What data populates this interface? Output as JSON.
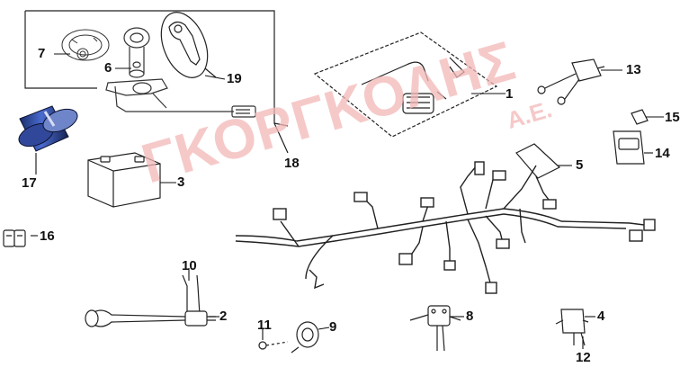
{
  "watermark": {
    "text": "ΓΚΟΡΓΚΟΛΗΣ",
    "suffix": "Α.Ε.",
    "color": "#f4b8b8"
  },
  "callouts": {
    "c1": "1",
    "c2": "2",
    "c3": "3",
    "c4": "4",
    "c5": "5",
    "c6": "6",
    "c7": "7",
    "c8": "8",
    "c9": "9",
    "c10": "10",
    "c11": "11",
    "c12": "12",
    "c13": "13",
    "c14": "14",
    "c15": "15",
    "c16": "16",
    "c17": "17",
    "c18": "18",
    "c19": "19"
  },
  "parts": [
    {
      "ref": "1",
      "name": "wiring-sub-harness-group"
    },
    {
      "ref": "2",
      "name": "cable-with-connector"
    },
    {
      "ref": "3",
      "name": "battery"
    },
    {
      "ref": "4",
      "name": "relay-bracket"
    },
    {
      "ref": "5",
      "name": "cover-plate"
    },
    {
      "ref": "6",
      "name": "cap-screw"
    },
    {
      "ref": "7",
      "name": "ring-disc"
    },
    {
      "ref": "8",
      "name": "starter-relay"
    },
    {
      "ref": "9",
      "name": "horn"
    },
    {
      "ref": "10",
      "name": "bolts"
    },
    {
      "ref": "11",
      "name": "screw"
    },
    {
      "ref": "12",
      "name": "screws"
    },
    {
      "ref": "13",
      "name": "sensor-switch"
    },
    {
      "ref": "14",
      "name": "fuse-box"
    },
    {
      "ref": "15",
      "name": "fuse"
    },
    {
      "ref": "16",
      "name": "connector-clip"
    },
    {
      "ref": "17",
      "name": "capacitor"
    },
    {
      "ref": "18",
      "name": "fuel-sender-assembly"
    },
    {
      "ref": "19",
      "name": "wrench-tool"
    }
  ]
}
